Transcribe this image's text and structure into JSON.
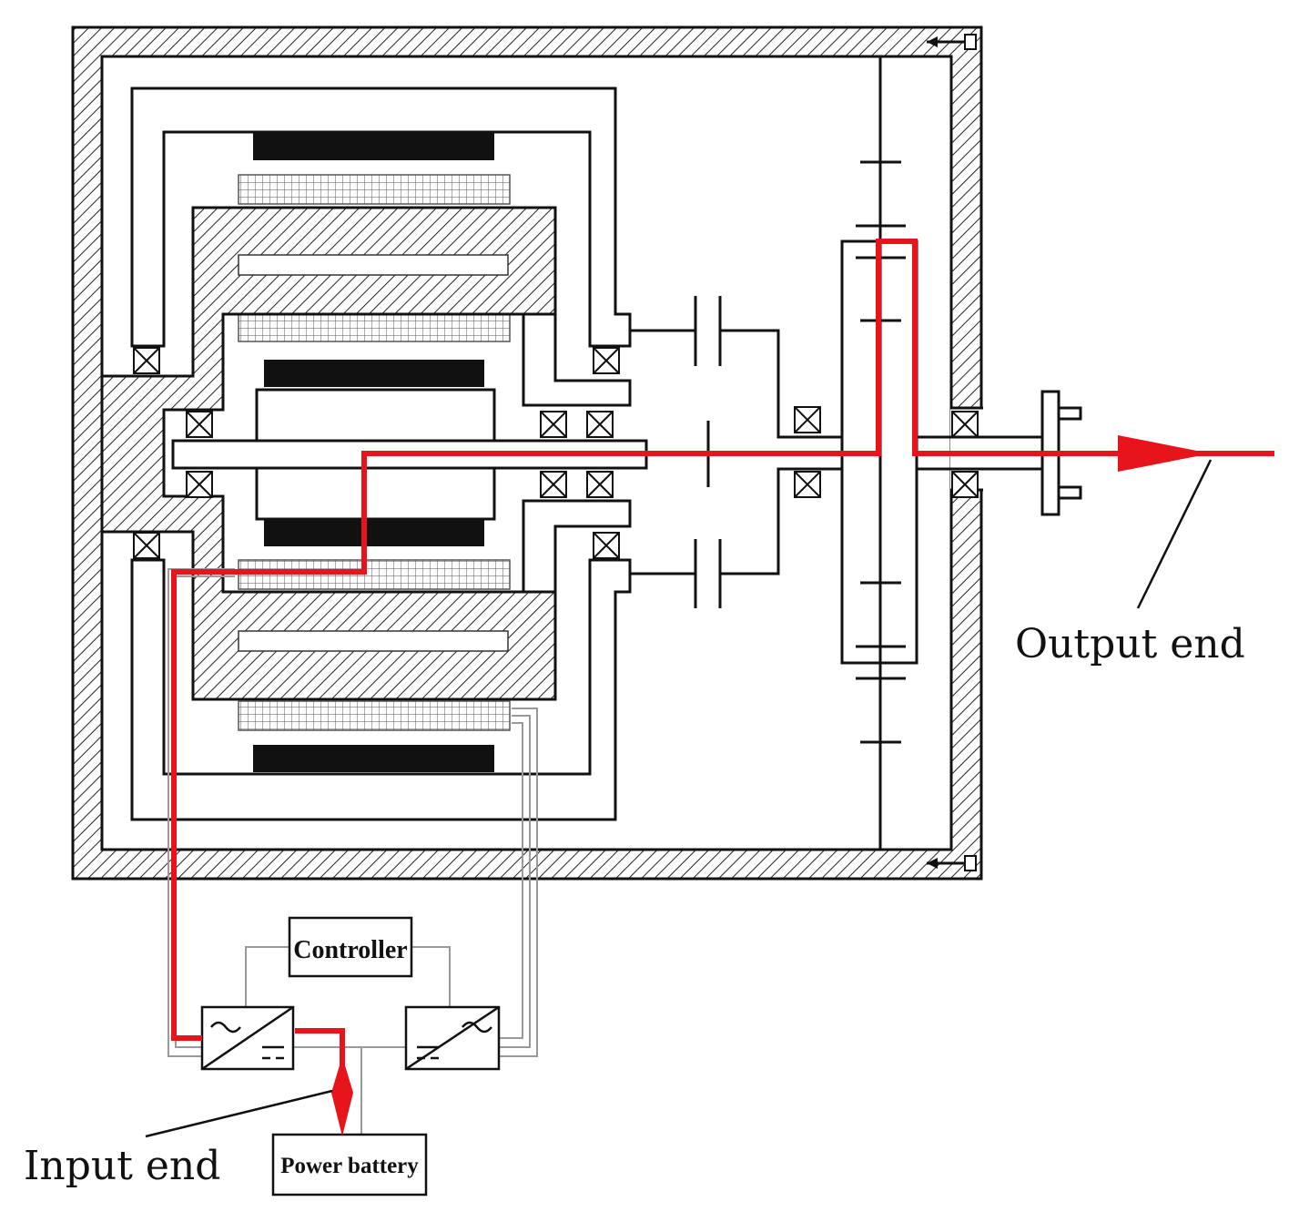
{
  "labels": {
    "output_end": "Output end",
    "input_end": "Input end",
    "controller": "Controller",
    "power_battery": "Power battery"
  },
  "colors": {
    "power_flow": "#e8141b",
    "line": "#111111",
    "wire": "#9a9a9a",
    "background": "#ffffff"
  }
}
